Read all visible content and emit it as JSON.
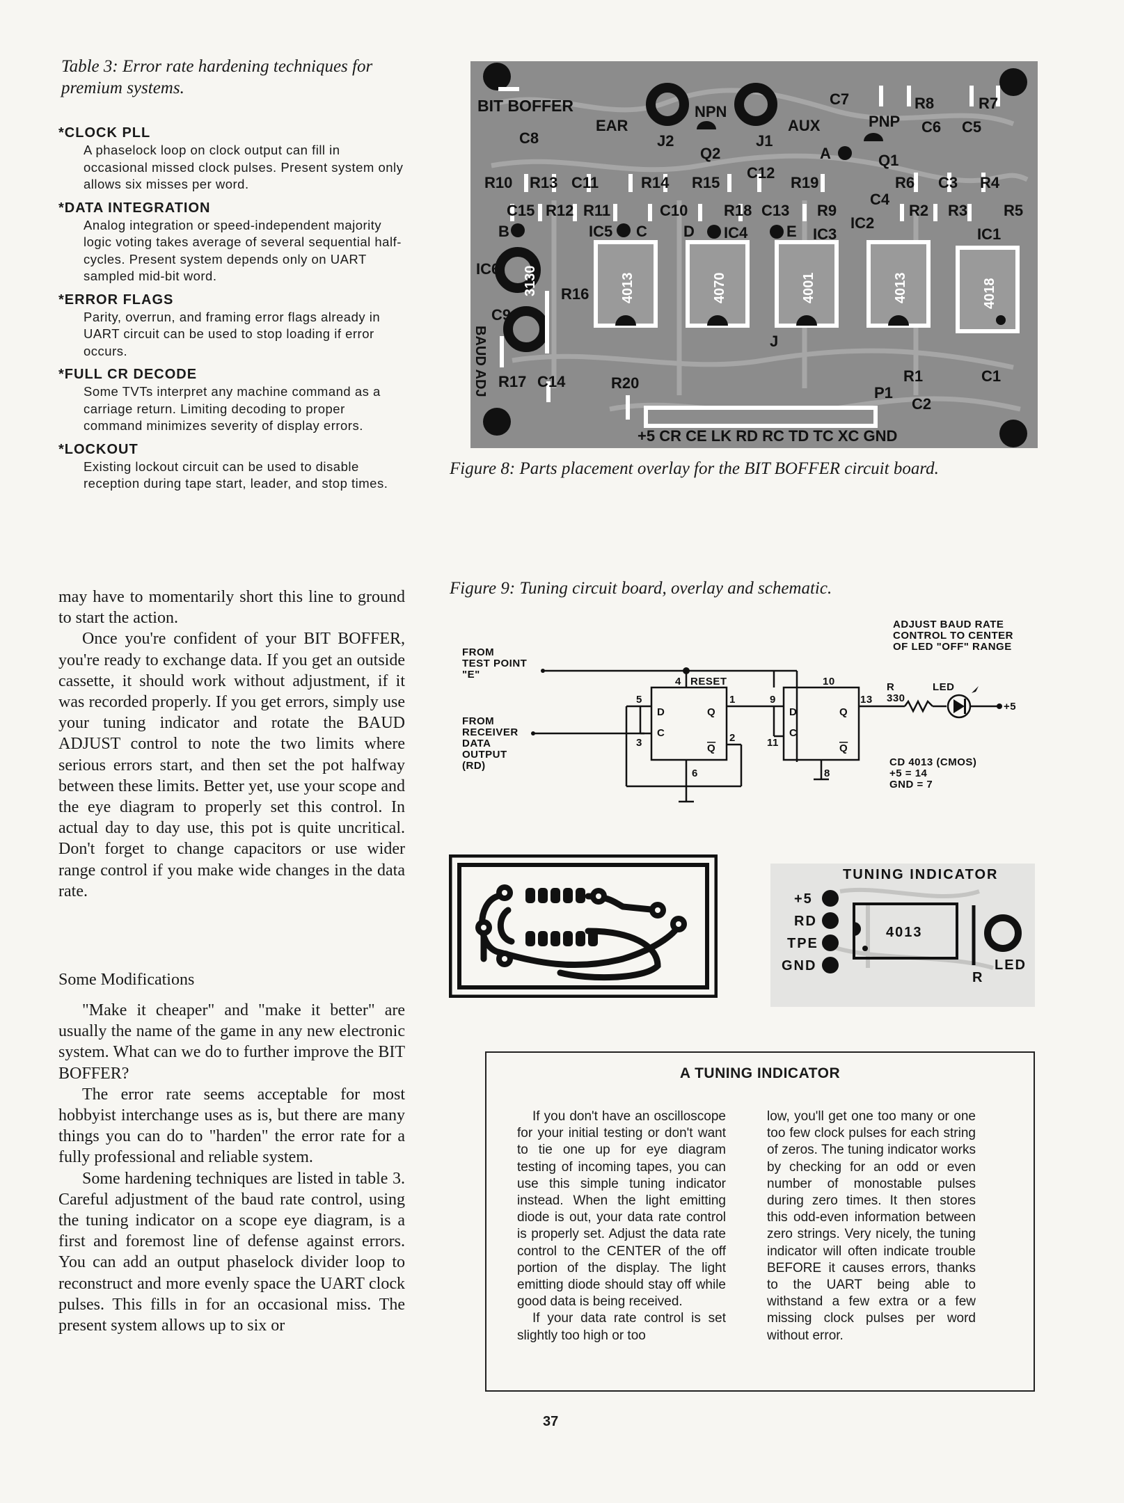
{
  "table3": {
    "title": "Table 3: Error rate hardening techniques for premium systems.",
    "items": [
      {
        "heading": "*CLOCK PLL",
        "body": "A phaselock loop on clock output can fill in occasional missed clock pulses. Present system only allows six misses per word."
      },
      {
        "heading": "*DATA INTEGRATION",
        "body": "Analog integration or speed-independent majority logic voting takes average of several sequential half-cycles. Present system depends only on UART sampled mid-bit word."
      },
      {
        "heading": "*ERROR FLAGS",
        "body": "Parity, overrun, and framing error flags already in UART circuit can be used to stop loading if error occurs."
      },
      {
        "heading": "*FULL CR DECODE",
        "body": "Some TVTs interpret any machine command as a carriage return. Limiting decoding to proper command minimizes severity of display errors."
      },
      {
        "heading": "*LOCKOUT",
        "body": "Existing lockout circuit can be used to disable reception during tape start, leader, and stop times."
      }
    ]
  },
  "body": {
    "paragraphs_top": [
      "may have to momentarily short this line to ground to start the action.",
      "Once you're confident of your BIT BOFFER, you're ready to exchange data. If you get an outside cassette, it should work without adjustment, if it was recorded properly. If you get errors, simply use your tuning indicator and rotate the BAUD ADJUST control to note the two limits where serious errors start, and then set the pot halfway between these limits. Better yet, use your scope and the eye diagram to properly set this control. In actual day to day use, this pot is quite uncritical. Don't forget to change capacitors or use wider range control if you make wide changes in the data rate."
    ],
    "section_heading": "Some Modifications",
    "paragraphs_bottom": [
      "\"Make it cheaper\" and \"make it better\" are usually the name of the game in any new electronic system. What can we do to further improve the BIT BOFFER?",
      "The error rate seems acceptable for most hobbyist interchange uses as is, but there are many things you can do to \"harden\" the error rate for a fully professional and reliable system.",
      "Some hardening techniques are listed in table 3. Careful adjustment of the baud rate control, using the tuning indicator on a scope eye diagram, is a first and foremost line of defense against errors. You can add an output phaselock divider loop to reconstruct and more evenly space the UART clock pulses. This fills in for an occasional miss. The present system allows up to six or"
    ]
  },
  "figure8": {
    "caption": "Figure 8: Parts placement overlay for the BIT BOFFER circuit board.",
    "labels": {
      "board": "BIT BOFFER",
      "ear": "EAR",
      "npn": "NPN",
      "aux": "AUX",
      "pnp": "PNP",
      "c7": "C7",
      "c8": "C8",
      "r8": "R8",
      "r7": "R7",
      "c6": "C6",
      "c5": "C5",
      "j2": "J2",
      "j1": "J1",
      "q2": "Q2",
      "q1": "Q1",
      "a": "A",
      "r10": "R10",
      "r13": "R13",
      "c11": "C11",
      "r14": "R14",
      "r15": "R15",
      "c12": "C12",
      "r19": "R19",
      "r6": "R6",
      "c3": "C3",
      "r4": "R4",
      "c15": "C15",
      "r12": "R12",
      "r11": "R11",
      "c10": "C10",
      "r18": "R18",
      "c13": "C13",
      "r9": "R9",
      "c4": "C4",
      "r2": "R2",
      "r3": "R3",
      "r5": "R5",
      "ic2": "IC2",
      "b": "B",
      "ic5": "IC5",
      "c": "C",
      "d": "D",
      "ic4": "IC4",
      "e": "E",
      "ic3": "IC3",
      "ic1": "IC1",
      "ic6": "IC6",
      "r16": "R16",
      "c9": "C9",
      "baud_adj": "BAUD ADJ",
      "chip_3130": "3130",
      "chip_4013a": "4013",
      "chip_4070": "4070",
      "chip_4001": "4001",
      "chip_4013b": "4013",
      "chip_4018": "4018",
      "j": "J",
      "r17": "R17",
      "c14": "C14",
      "r20": "R20",
      "p1": "P1",
      "r1": "R1",
      "c1": "C1",
      "c2": "C2",
      "connector": "+5 CR CE LK RD RC TD TC XC GND"
    }
  },
  "figure9": {
    "caption": "Figure 9: Tuning circuit board, overlay and schematic.",
    "schematic": {
      "note": [
        "ADJUST BAUD RATE",
        "CONTROL TO CENTER",
        "OF LED \"OFF\" RANGE"
      ],
      "from_test_point": [
        "FROM",
        "TEST POINT",
        "\"E\""
      ],
      "from_receiver": [
        "FROM",
        "RECEIVER",
        "DATA",
        "OUTPUT",
        "(RD)"
      ],
      "reset": "RESET",
      "pins": {
        "p4": "4",
        "p5": "5",
        "p1": "1",
        "p3": "3",
        "p2": "2",
        "p6": "6",
        "p9": "9",
        "p10": "10",
        "p11": "11",
        "p13": "13",
        "p8": "8"
      },
      "ff_d": "D",
      "ff_c": "C",
      "ff_q": "Q",
      "ff_qbar": "Q",
      "resistor": [
        "R",
        "330"
      ],
      "led": "LED",
      "plus5": "+5",
      "chip_note": [
        "CD 4013 (CMOS)",
        "+5 = 14",
        "GND = 7"
      ]
    },
    "overlay": {
      "title": "TUNING INDICATOR",
      "pins": [
        "+5",
        "RD",
        "TPE",
        "GND"
      ],
      "chip": "4013",
      "r": "R",
      "led": "LED"
    }
  },
  "sidebar": {
    "title": "A TUNING INDICATOR",
    "col1": [
      "If you don't have an oscilloscope for your initial testing or don't want to tie one up for eye diagram testing of incoming tapes, you can use this simple tuning indicator instead. When the light emitting diode is out, your data rate control is properly set. Adjust the data rate control to the CENTER of the off portion of the display. The light emitting diode should stay off while good data is being received.",
      "If your data rate control is set slightly too high or too"
    ],
    "col2": "low, you'll get one too many or one too few clock pulses for each string of zeros. The tuning indicator works by checking for an odd or even number of monostable pulses during zero times. It then stores this odd-even information between zero strings. Very nicely, the tuning indicator will often indicate trouble BEFORE it causes errors, thanks to the UART being able to withstand a few extra or a few missing clock pulses per word without error."
  },
  "page_number": "37"
}
